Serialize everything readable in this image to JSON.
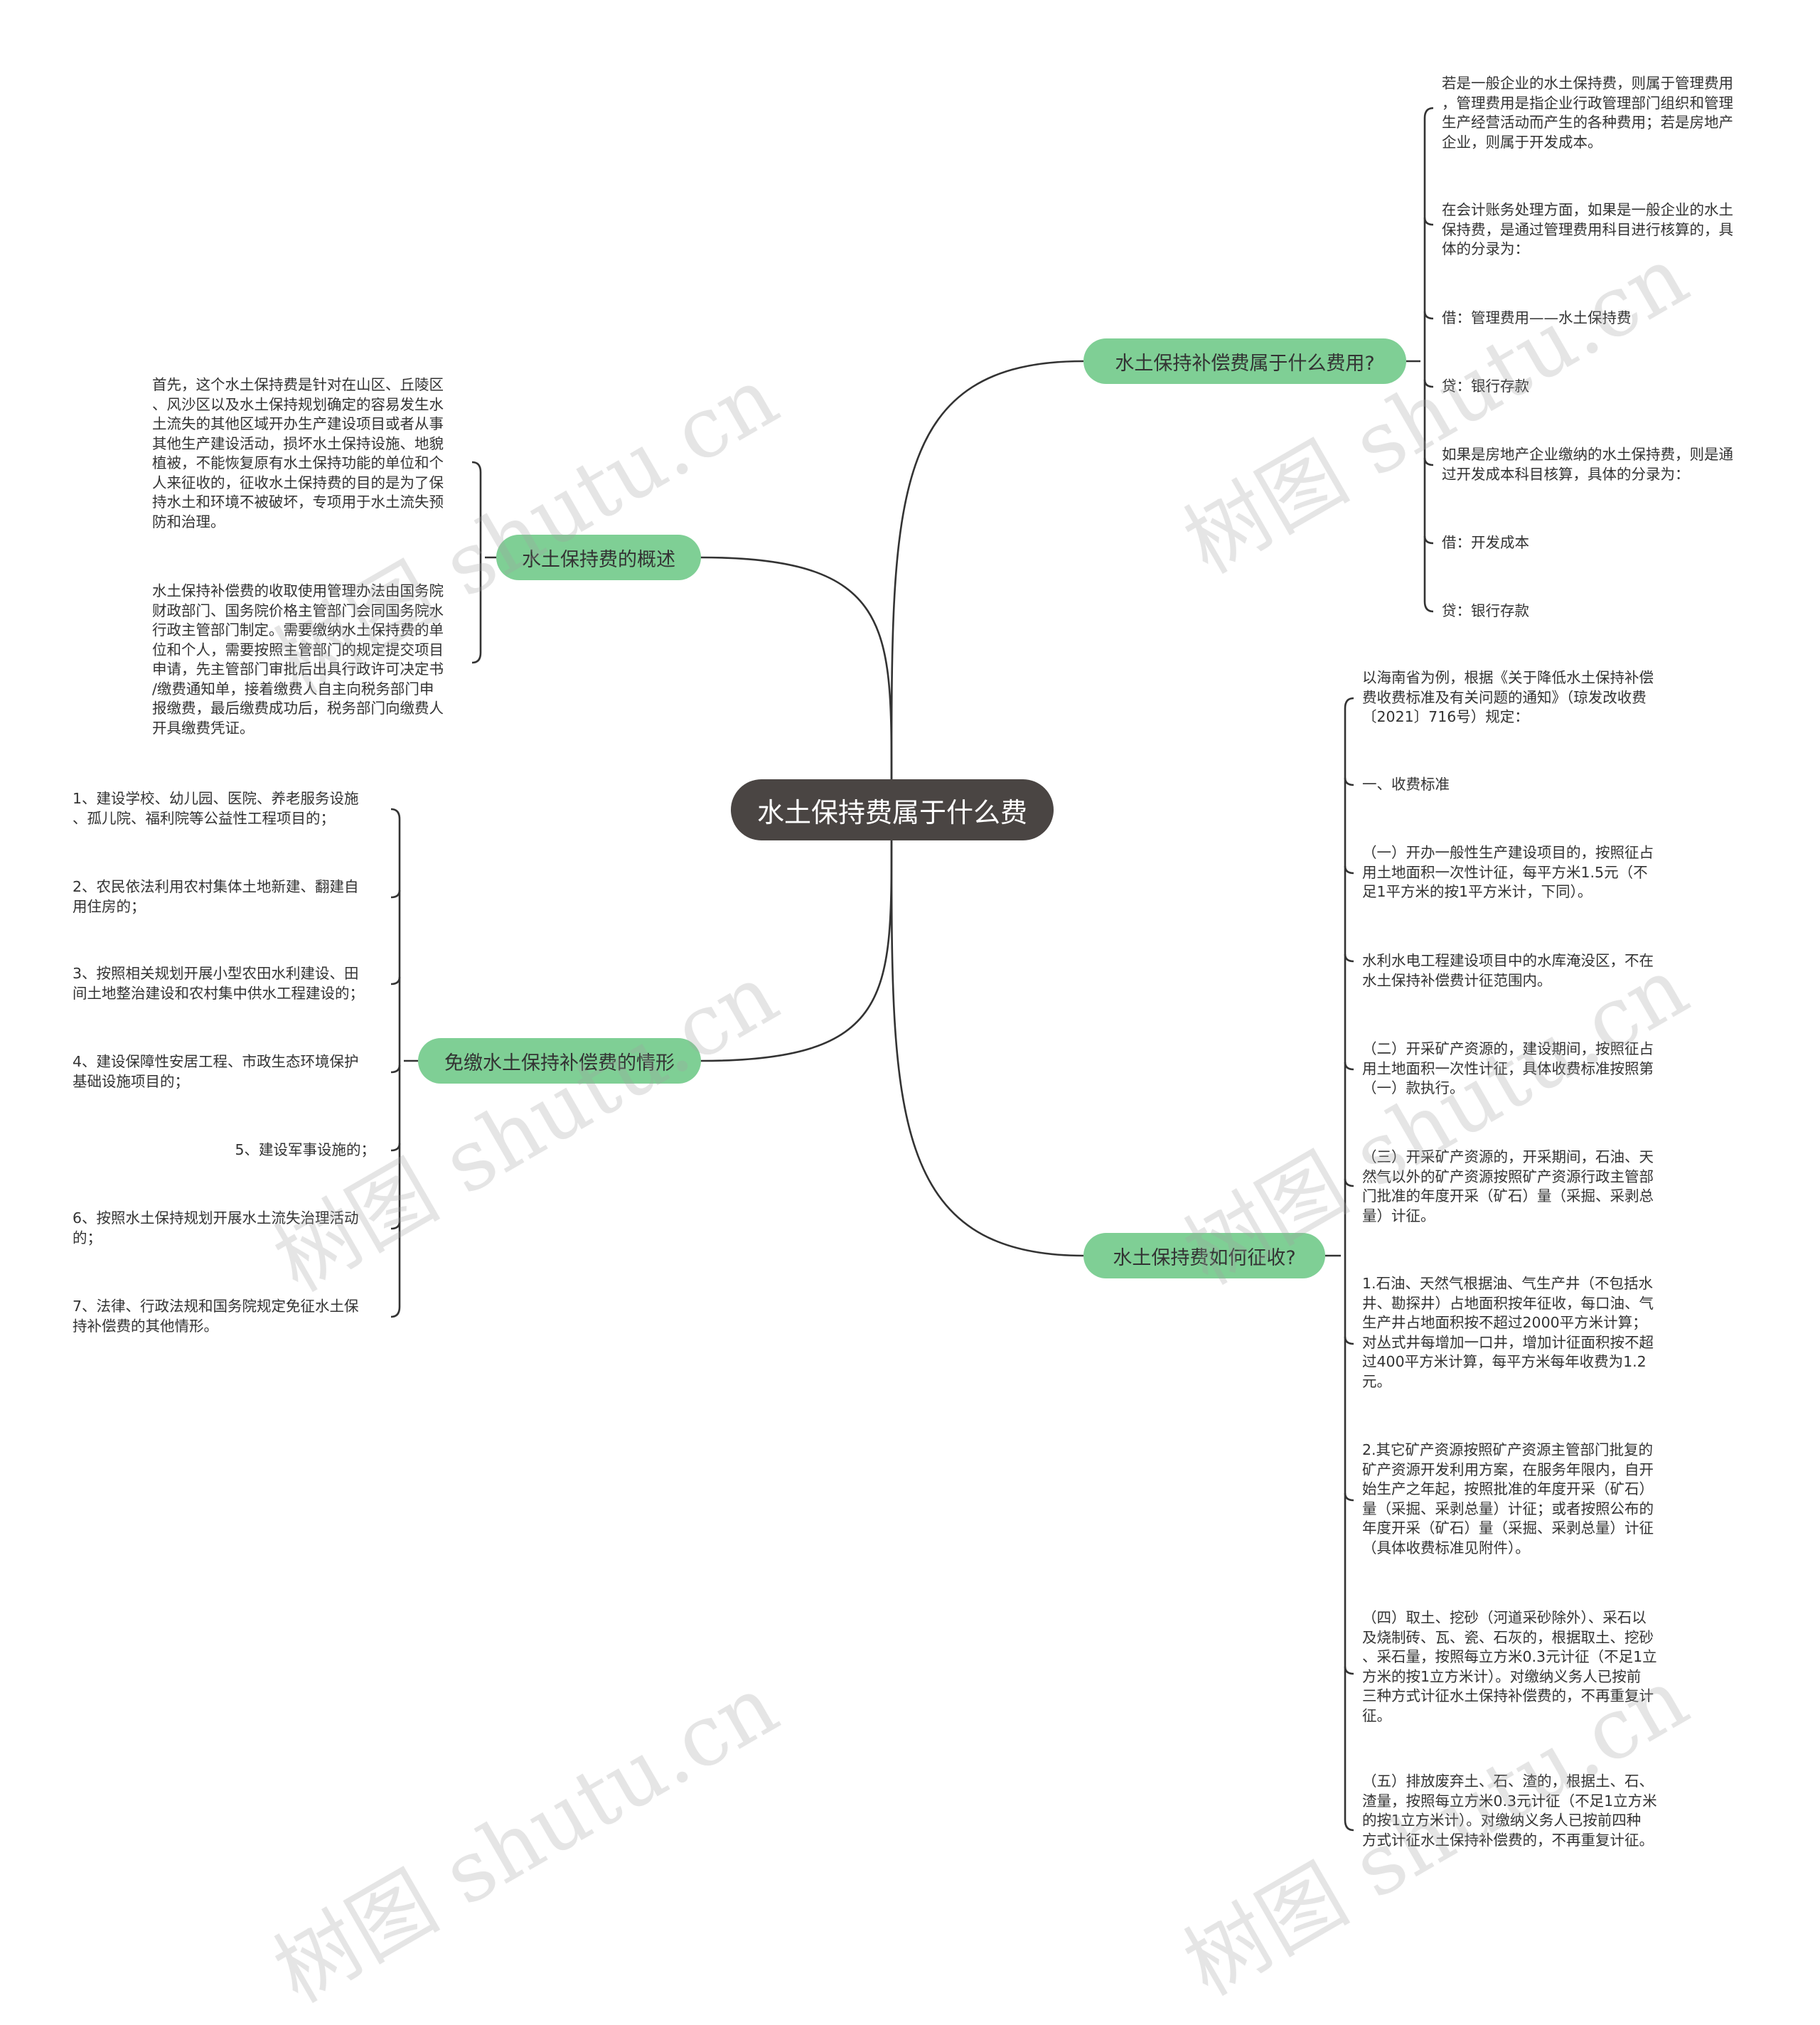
{
  "root": {
    "label": "水土保持费属于什么费"
  },
  "branches": {
    "expense_type": {
      "label": "水土保持补偿费属于什么费用?",
      "leaves": [
        "若是一般企业的水土保持费，则属于管理费用\n，管理费用是指企业行政管理部门组织和管理\n生产经营活动而产生的各种费用；若是房地产\n企业，则属于开发成本。",
        "在会计账务处理方面，如果是一般企业的水土\n保持费，是通过管理费用科目进行核算的，具\n体的分录为：",
        "借：管理费用——水土保持费",
        "贷：银行存款",
        "如果是房地产企业缴纳的水土保持费，则是通\n过开发成本科目核算，具体的分录为：",
        "借：开发成本",
        "贷：银行存款"
      ]
    },
    "overview": {
      "label": "水土保持费的概述",
      "leaves": [
        "首先，这个水土保持费是针对在山区、丘陵区\n、风沙区以及水土保持规划确定的容易发生水\n土流失的其他区域开办生产建设项目或者从事\n其他生产建设活动，损坏水土保持设施、地貌\n植被，不能恢复原有水土保持功能的单位和个\n人来征收的，征收水土保持费的目的是为了保\n持水土和环境不被破坏，专项用于水土流失预\n防和治理。",
        "水土保持补偿费的收取使用管理办法由国务院\n财政部门、国务院价格主管部门会同国务院水\n行政主管部门制定。需要缴纳水土保持费的单\n位和个人，需要按照主管部门的规定提交项目\n申请，先主管部门审批后出具行政许可决定书\n/缴费通知单，接着缴费人自主向税务部门申\n报缴费，最后缴费成功后，税务部门向缴费人\n开具缴费凭证。"
      ]
    },
    "exemptions": {
      "label": "免缴水土保持补偿费的情形",
      "leaves": [
        "1、建设学校、幼儿园、医院、养老服务设施\n、孤儿院、福利院等公益性工程项目的；",
        "2、农民依法利用农村集体土地新建、翻建自\n用住房的；",
        "3、按照相关规划开展小型农田水利建设、田\n间土地整治建设和农村集中供水工程建设的；",
        "4、建设保障性安居工程、市政生态环境保护\n基础设施项目的；",
        "5、建设军事设施的；",
        "6、按照水土保持规划开展水土流失治理活动\n的；",
        "7、法律、行政法规和国务院规定免征水土保\n持补偿费的其他情形。"
      ]
    },
    "collection": {
      "label": "水土保持费如何征收?",
      "leaves": [
        "以海南省为例，根据《关于降低水土保持补偿\n费收费标准及有关问题的通知》（琼发改收费\n〔2021〕716号）规定：",
        "一、收费标准",
        "（一）开办一般性生产建设项目的，按照征占\n用土地面积一次性计征，每平方米1.5元（不\n足1平方米的按1平方米计，下同）。",
        "水利水电工程建设项目中的水库淹没区，不在\n水土保持补偿费计征范围内。",
        "（二）开采矿产资源的，建设期间，按照征占\n用土地面积一次性计征，具体收费标准按照第\n（一）款执行。",
        "（三）开采矿产资源的，开采期间，石油、天\n然气以外的矿产资源按照矿产资源行政主管部\n门批准的年度开采（矿石）量（采掘、采剥总\n量）计征。",
        "1.石油、天然气根据油、气生产井（不包括水\n井、勘探井）占地面积按年征收，每口油、气\n生产井占地面积按不超过2000平方米计算；\n对丛式井每增加一口井，增加计征面积按不超\n过400平方米计算，每平方米每年收费为1.2\n元。",
        "2.其它矿产资源按照矿产资源主管部门批复的\n矿产资源开发利用方案，在服务年限内，自开\n始生产之年起，按照批准的年度开采（矿石）\n量（采掘、采剥总量）计征；或者按照公布的\n年度开采（矿石）量（采掘、采剥总量）计征\n（具体收费标准见附件）。",
        "（四）取土、挖砂（河道采砂除外）、采石以\n及烧制砖、瓦、瓷、石灰的，根据取土、挖砂\n、采石量，按照每立方米0.3元计征（不足1立\n方米的按1立方米计）。对缴纳义务人已按前\n三种方式计征水土保持补偿费的，不再重复计\n征。",
        "（五）排放废弃土、石、渣的，根据土、石、\n渣量，按照每立方米0.3元计征（不足1立方米\n的按1立方米计）。对缴纳义务人已按前四种\n方式计征水土保持补偿费的，不再重复计征。"
      ]
    }
  },
  "watermark": "树图 shutu.cn",
  "colors": {
    "root": "#4a4543",
    "branch": "#7fcf95",
    "line": "#333333",
    "text": "#333333"
  }
}
